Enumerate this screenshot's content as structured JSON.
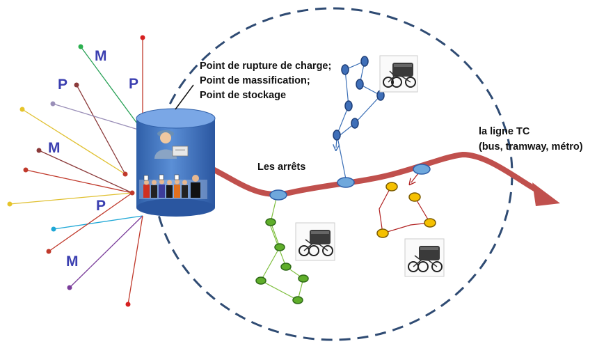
{
  "labels": {
    "callout_line1": "Point de rupture de charge;",
    "callout_line2": "Point de massification;",
    "callout_line3": "Point de stockage",
    "stops": "Les arrêts",
    "tc_line1": "la ligne TC",
    "tc_line2": "(bus, tramway, métro)"
  },
  "letters": {
    "m1": "M",
    "p1": "P",
    "p2": "P",
    "m2": "M",
    "p3": "P",
    "m3": "M"
  },
  "colors": {
    "circle": "#2f4b73",
    "tc_line": "#c0504d",
    "cylinder": "#4f81bd",
    "stop": "#6fa8dc",
    "green_route": "#7fbf3f",
    "yellow_route": "#f5c000",
    "blue_route": "#3b6fb6",
    "dark_red_route": "#b02020",
    "letters": "#3b3fb0"
  }
}
